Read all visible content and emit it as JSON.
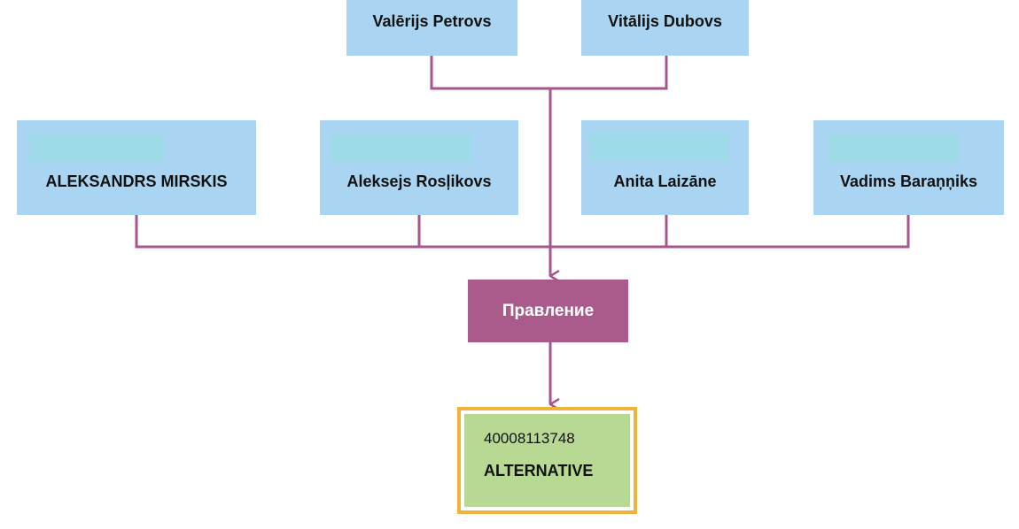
{
  "diagram": {
    "colors": {
      "person_box": "#a9d5f2",
      "redaction": "#9fdae8",
      "connector": "#a8558d",
      "board_box": "#ab5a8c",
      "company_box": "#b8d993",
      "company_border": "#f2b33d"
    },
    "top_people": [
      {
        "name": "Valērijs Petrovs"
      },
      {
        "name": "Vitālijs Dubovs"
      }
    ],
    "middle_people": [
      {
        "name": "ALEKSANDRS MIRSKIS"
      },
      {
        "name": "Aleksejs Rosļikovs"
      },
      {
        "name": "Anita Laizāne"
      },
      {
        "name": "Vadims Baraņņiks"
      }
    ],
    "board": {
      "label": "Правление"
    },
    "company": {
      "reg_number": "40008113748",
      "name": "ALTERNATIVE"
    }
  }
}
